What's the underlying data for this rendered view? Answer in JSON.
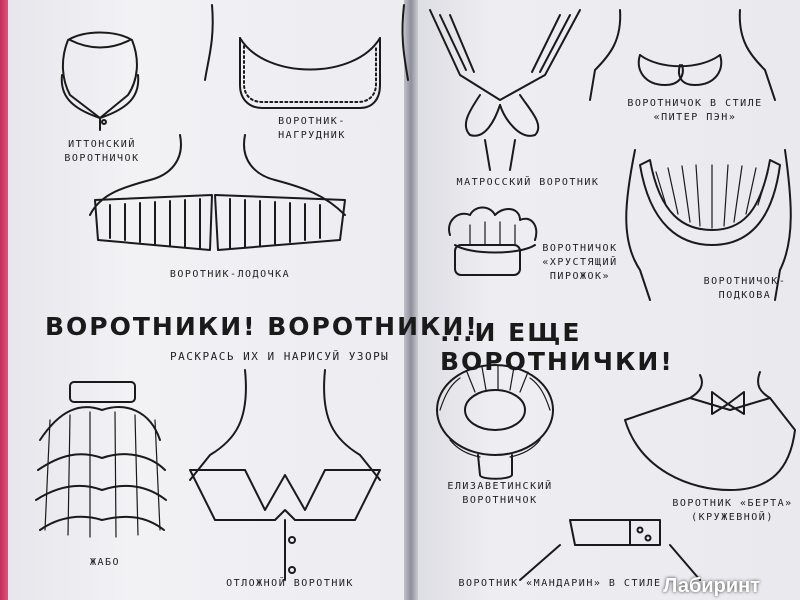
{
  "left_page": {
    "labels": {
      "eton": "ИТТОНСКИЙ\nВОРОТНИЧОК",
      "bib": "ВОРОТНИК-\nНАГРУДНИК",
      "boat": "ВОРОТНИК-ЛОДОЧКА",
      "jabot": "ЖАБО",
      "turndown": "ОТЛОЖНОЙ ВОРОТНИК"
    },
    "heading": "ВОРОТНИКИ! ВОРОТНИКИ!",
    "subheading": "РАСКРАСЬ ИХ И НАРИСУЙ УЗОРЫ"
  },
  "right_page": {
    "labels": {
      "sailor": "МАТРОССКИЙ ВОРОТНИК",
      "peter_pan": "ВОРОТНИЧОК В СТИЛЕ\n«ПИТЕР ПЭН»",
      "crispy": "ВОРОТНИЧОК\n«ХРУСТЯЩИЙ\nПИРОЖОК»",
      "horseshoe": "ВОРОТНИЧОК-\nПОДКОВА",
      "elizabethan": "ЕЛИЗАВЕТИНСКИЙ\nВОРОТНИЧОК",
      "bertha": "ВОРОТНИК «БЕРТА»\n(КРУЖЕВНОЙ)",
      "mandarin": "ВОРОТНИК «МАНДАРИН» В СТИЛЕ"
    },
    "heading": "...И ЕЩЕ ВОРОТНИЧКИ!"
  },
  "watermark": "Лабиринт",
  "colors": {
    "page": "#efeff3",
    "ink": "#1a1a1a",
    "book_edge": "#e4507a"
  }
}
